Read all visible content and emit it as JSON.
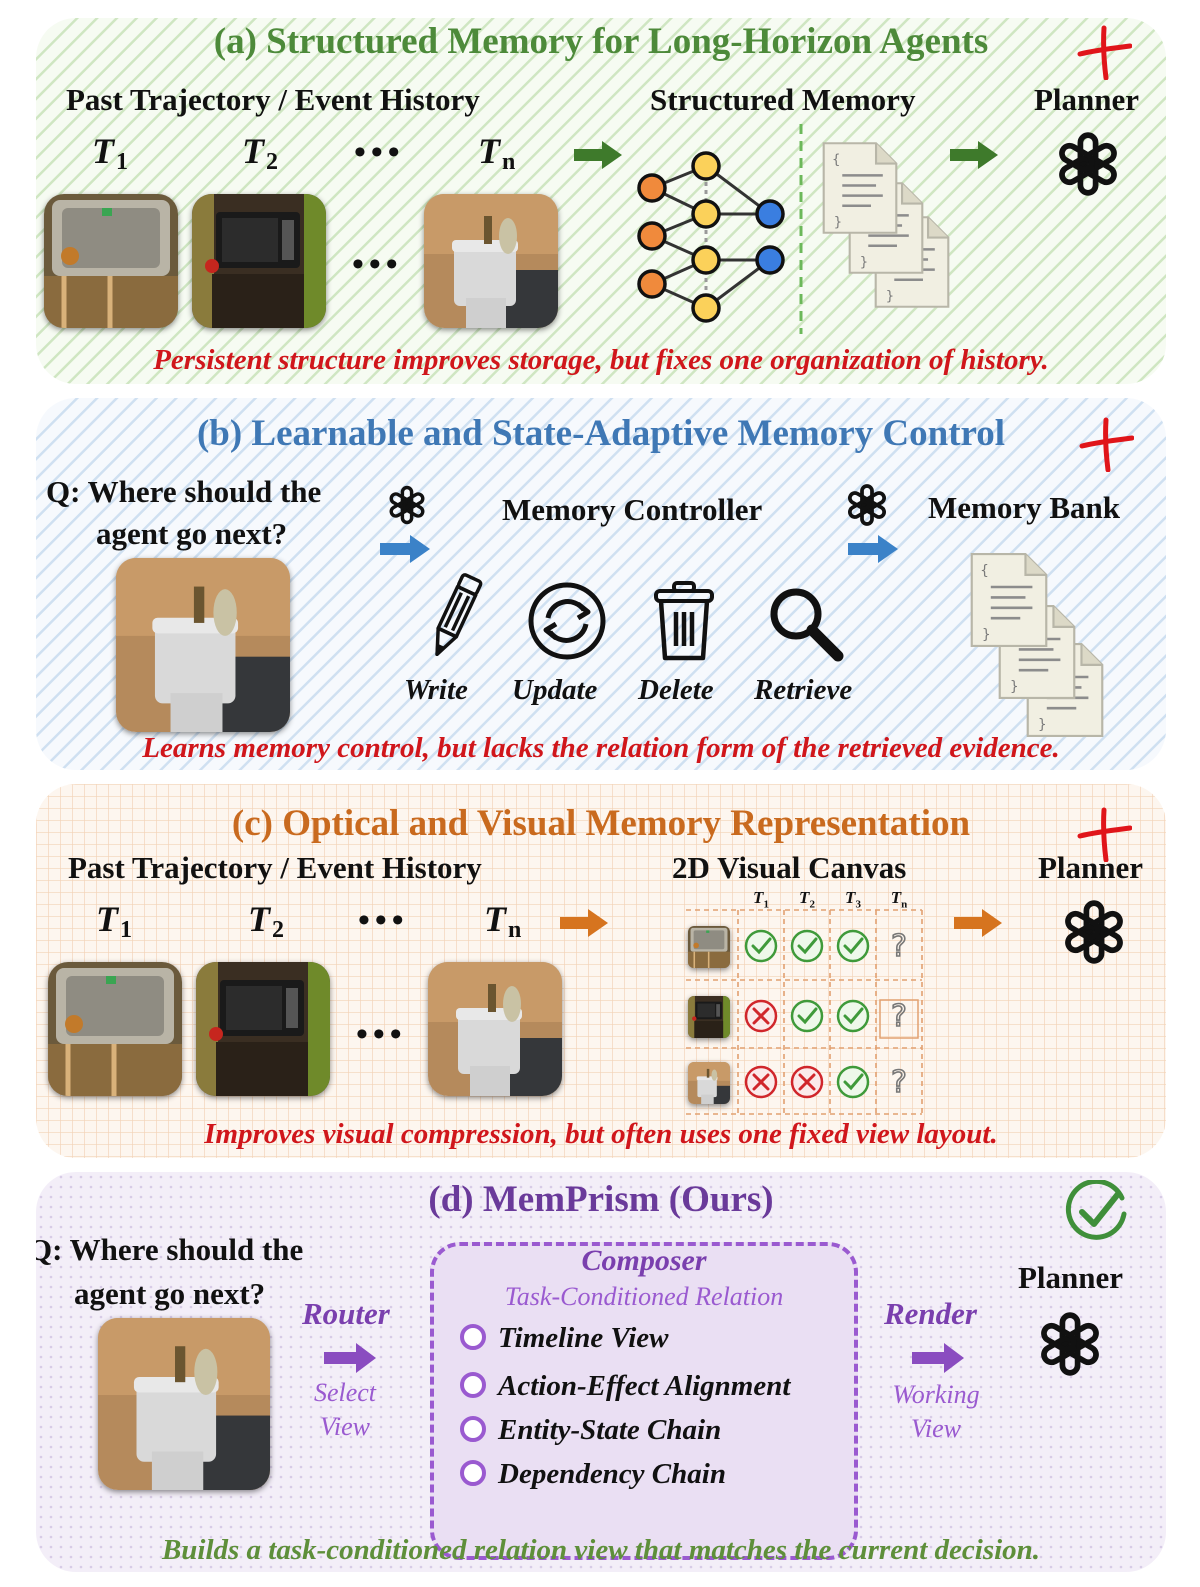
{
  "panel_a": {
    "title": "(a) Structured Memory for Long-Horizon Agents",
    "trajectory_header": "Past Trajectory / Event History",
    "memory_header": "Structured Memory",
    "planner_header": "Planner",
    "t1": "T",
    "t1_sub": "1",
    "t2": "T",
    "t2_sub": "2",
    "tn": "T",
    "tn_sub": "n",
    "dots": "•••",
    "caption": "Persistent structure improves storage, but fixes one organization of history.",
    "mark": "cross"
  },
  "panel_b": {
    "title": "(b) Learnable and State-Adaptive Memory Control",
    "question_line1": "Q: Where should the",
    "question_line2": "agent go next?",
    "controller_header": "Memory Controller",
    "bank_header": "Memory Bank",
    "ops": [
      "Write",
      "Update",
      "Delete",
      "Retrieve"
    ],
    "caption": "Learns memory control, but lacks the relation form of the retrieved evidence.",
    "mark": "cross"
  },
  "panel_c": {
    "title": "(c) Optical and Visual Memory Representation",
    "trajectory_header": "Past Trajectory / Event History",
    "canvas_header": "2D Visual Canvas",
    "planner_header": "Planner",
    "t1": "T",
    "t1_sub": "1",
    "t2": "T",
    "t2_sub": "2",
    "tn": "T",
    "tn_sub": "n",
    "dots": "•••",
    "grid_cols": [
      {
        "label": "T",
        "sub": "1"
      },
      {
        "label": "T",
        "sub": "2"
      },
      {
        "label": "T",
        "sub": "3"
      },
      {
        "label": "T",
        "sub": "n"
      }
    ],
    "grid_rows": [
      [
        "check",
        "check",
        "check",
        "question"
      ],
      [
        "cross",
        "check",
        "check",
        "question"
      ],
      [
        "cross",
        "cross",
        "check",
        "question"
      ]
    ],
    "caption": "Improves visual compression, but often uses one fixed view layout.",
    "mark": "cross"
  },
  "panel_d": {
    "title": "(d) MemPrism (Ours)",
    "question_line1": "Q: Where should the",
    "question_line2": "agent go next?",
    "router_label": "Router",
    "select_line1": "Select",
    "select_line2": "View",
    "composer_title": "Composer",
    "composer_subtitle": "Task-Conditioned Relation",
    "views": [
      "Timeline View",
      "Action-Effect Alignment",
      "Entity-State Chain",
      "Dependency Chain"
    ],
    "render_label": "Render",
    "working_line1": "Working",
    "working_line2": "View",
    "planner_header": "Planner",
    "caption": "Builds a task-conditioned relation view that matches the current decision.",
    "mark": "check"
  },
  "colors": {
    "panel_a_title": "#4d8a3a",
    "panel_b_title": "#3f78b5",
    "panel_c_title": "#c96a1e",
    "panel_d_title": "#6a3a9a",
    "caption_red": "#d0161b",
    "caption_green": "#5e8f3a",
    "accent_purple": "#7a3fae",
    "arrow_green": "#3e7a2b",
    "arrow_blue": "#3b82c8",
    "arrow_orange": "#d6741f",
    "arrow_purple": "#8a4cc0"
  },
  "icons": [
    "openai-logo-icon",
    "pencil-icon",
    "refresh-icon",
    "trash-icon",
    "magnifier-icon",
    "document-stack-icon",
    "graph-nodes-icon",
    "red-cross-icon",
    "green-check-icon"
  ]
}
